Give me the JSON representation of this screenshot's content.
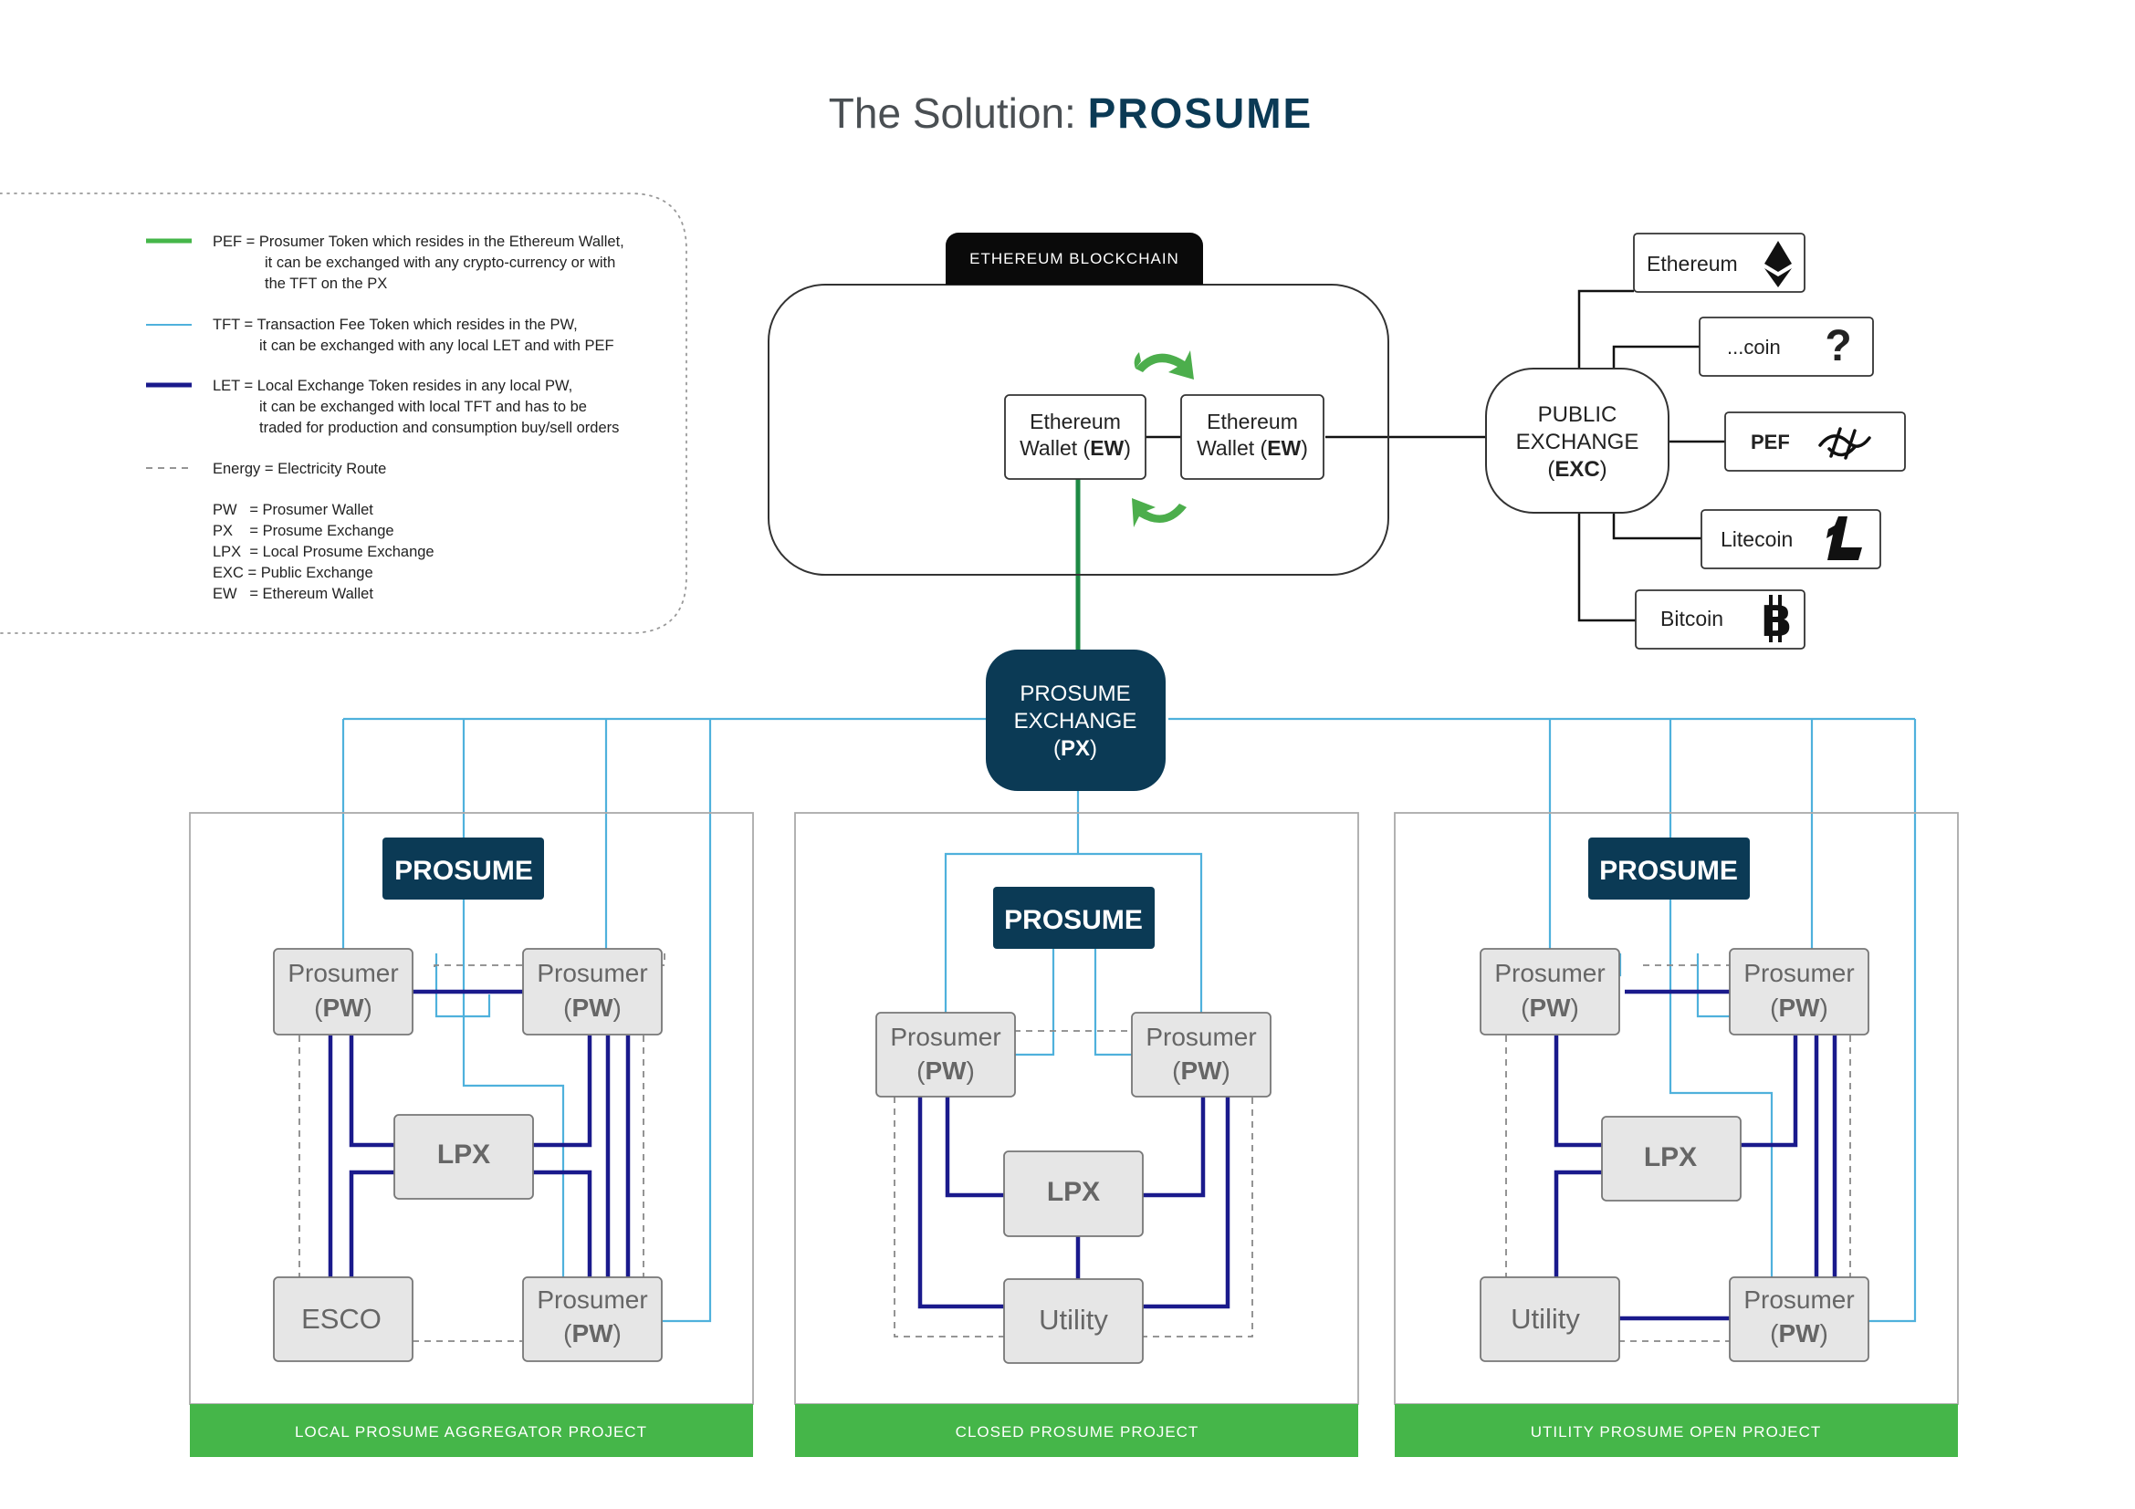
{
  "title": {
    "prefix": "The Solution: ",
    "brand": "PROSUME"
  },
  "legend": {
    "pef": [
      "PEF = Prosumer Token which resides in the Ethereum Wallet,",
      "it can be exchanged with any crypto-currency or with",
      "the TFT on the PX"
    ],
    "tft": [
      "TFT = Transaction Fee Token which resides in the PW,",
      "it can be exchanged with any local LET and with PEF"
    ],
    "let": [
      "LET = Local Exchange Token resides in any local PW,",
      "it can be exchanged with local TFT and has to be",
      "traded for production and consumption buy/sell orders"
    ],
    "energy": "Energy = Electricity Route",
    "abbr": [
      "PW   = Prosumer Wallet",
      "PX    = Prosume Exchange",
      "LPX  = Local Prosume Exchange",
      "EXC = Public Exchange",
      "EW   = Ethereum Wallet"
    ]
  },
  "blockchain": {
    "header": "ETHEREUM BLOCKCHAIN",
    "wallet_line1": "Ethereum",
    "wallet_line2_prefix": "Wallet (",
    "wallet_line2_bold": "EW",
    "wallet_line2_suffix": ")"
  },
  "public_exchange": {
    "line1": "PUBLIC",
    "line2": "EXCHANGE",
    "line3_prefix": "(",
    "line3_bold": "EXC",
    "line3_suffix": ")"
  },
  "currencies": {
    "ethereum": "Ethereum",
    "coin": "...coin",
    "coin_symbol": "?",
    "pef": "PEF",
    "litecoin": "Litecoin",
    "bitcoin": "Bitcoin"
  },
  "px": {
    "line1": "PROSUME",
    "line2": "EXCHANGE",
    "line3_prefix": "(",
    "line3_bold": "PX",
    "line3_suffix": ")"
  },
  "nodes": {
    "brand": "PROSUME",
    "prosumer": "Prosumer",
    "pw_prefix": "(",
    "pw_bold": "PW",
    "pw_suffix": ")",
    "lpx": "LPX",
    "esco": "ESCO",
    "utility": "Utility"
  },
  "projects": {
    "local": "LOCAL PROSUME AGGREGATOR PROJECT",
    "closed": "CLOSED PROSUME PROJECT",
    "utility": "UTILITY PROSUME OPEN PROJECT"
  },
  "colors": {
    "navy": "#0b3a55",
    "green": "#45b649",
    "light_blue": "#4fb1dc",
    "dark_blue": "#1a1a8c",
    "node_gray": "#e6e6e6"
  }
}
